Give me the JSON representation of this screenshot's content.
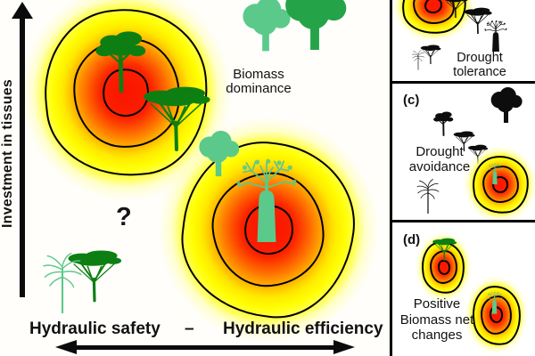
{
  "figure": {
    "type": "conceptual-diagram",
    "topic": "Tree hydraulic strategies and biomass investment"
  },
  "colors": {
    "heat_core_red": "#fa1400",
    "heat_orange": "#ff6a00",
    "heat_yellow": "#ffff00",
    "contour_line": "#000000",
    "dark_tree_green": "#0d7f12",
    "medium_tree_green": "#25a349",
    "light_tree_green": "#5bc98a",
    "silhouette_black": "#0d0d0d"
  },
  "main_panel": {
    "y_axis_label": "Investment in tissues",
    "x_axis": {
      "left": "Hydraulic safety",
      "separator": "–",
      "right": "Hydraulic efficiency"
    },
    "annotation": {
      "line1": "Biomass",
      "line2": "dominance"
    },
    "question_mark": "?"
  },
  "side_panels": [
    {
      "id": "b",
      "label": "",
      "caption_lines": [
        "Drought",
        "tolerance"
      ]
    },
    {
      "id": "c",
      "label": "(c)",
      "caption_lines": [
        "Drought",
        "avoidance"
      ]
    },
    {
      "id": "d",
      "label": "(d)",
      "caption_lines": [
        "Positive",
        "Biomass net",
        "changes"
      ]
    }
  ]
}
